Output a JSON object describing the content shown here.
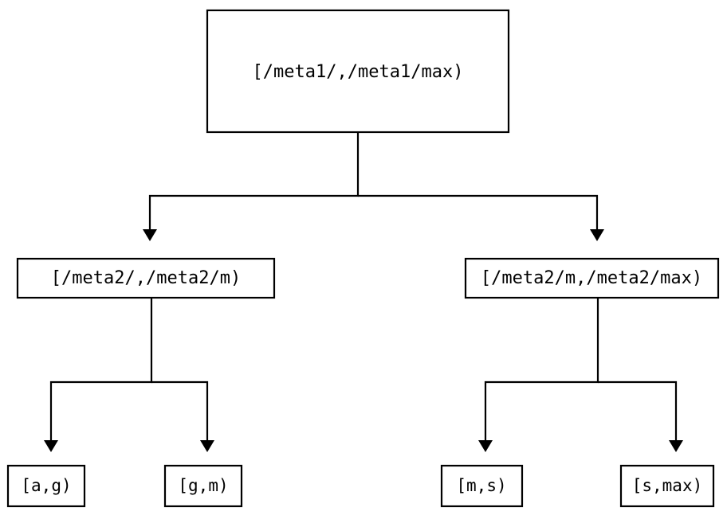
{
  "diagram": {
    "type": "tree",
    "title": "",
    "background_color": "#ffffff",
    "line_color": "#000000",
    "box_fill_color": "#ffffff",
    "nodes": {
      "root": {
        "label": "[/meta1/,/meta1/max)",
        "level": 0
      },
      "mid_left": {
        "label": "[/meta2/,/meta2/m)",
        "level": 1
      },
      "mid_right": {
        "label": "[/meta2/m,/meta2/max)",
        "level": 1
      },
      "leaf_1": {
        "label": "[a,g)",
        "level": 2
      },
      "leaf_2": {
        "label": "[g,m)",
        "level": 2
      },
      "leaf_3": {
        "label": "[m,s)",
        "level": 2
      },
      "leaf_4": {
        "label": "[s,max)",
        "level": 2
      }
    },
    "edges": [
      {
        "from": "root",
        "to": "mid_left"
      },
      {
        "from": "root",
        "to": "mid_right"
      },
      {
        "from": "mid_left",
        "to": "leaf_1"
      },
      {
        "from": "mid_left",
        "to": "leaf_2"
      },
      {
        "from": "mid_right",
        "to": "leaf_3"
      },
      {
        "from": "mid_right",
        "to": "leaf_4"
      }
    ]
  }
}
